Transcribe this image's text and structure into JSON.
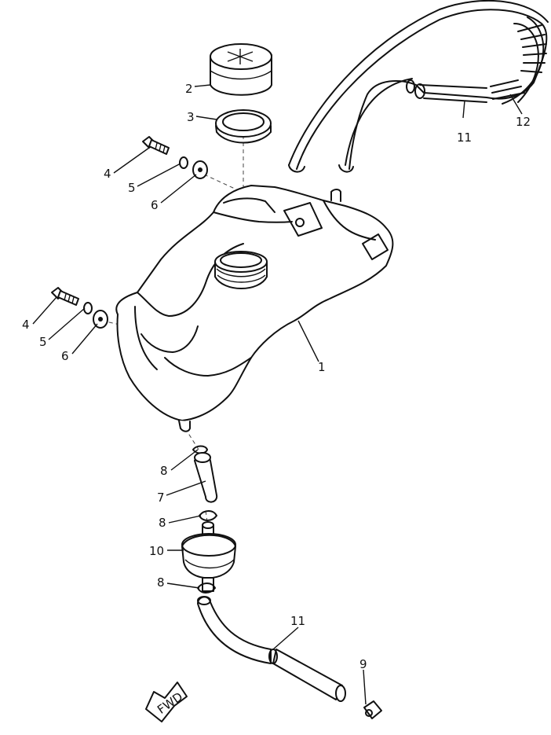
{
  "diagram": {
    "callouts": {
      "c1": "1",
      "c2": "2",
      "c3": "3",
      "c4a": "4",
      "c5a": "5",
      "c6a": "6",
      "c4b": "4",
      "c5b": "5",
      "c6b": "6",
      "c7": "7",
      "c8a": "8",
      "c8b": "8",
      "c8c": "8",
      "c9": "9",
      "c10": "10",
      "c11a": "11",
      "c11b": "11",
      "c12": "12"
    },
    "fwd_label": "FWD"
  }
}
